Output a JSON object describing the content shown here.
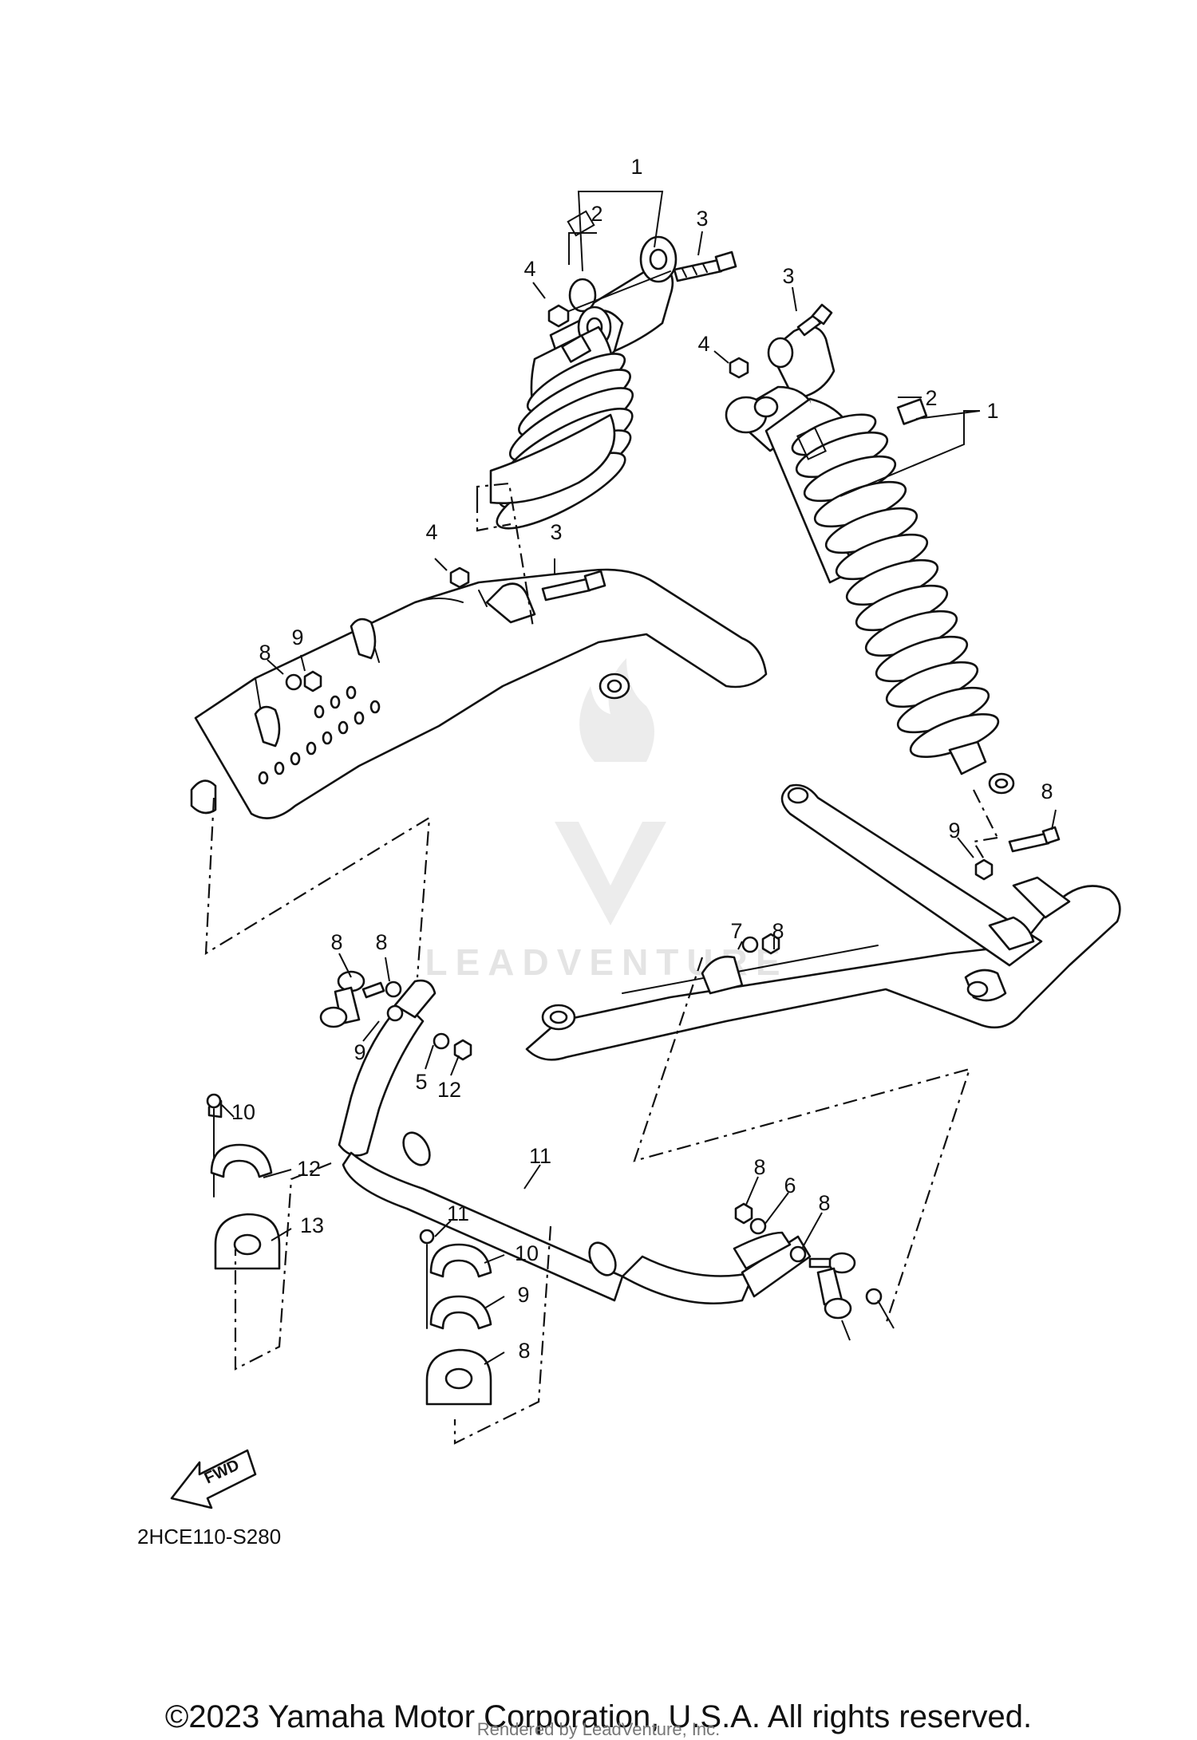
{
  "diagram": {
    "code": "2HCE110-S280",
    "fwd_label": "FWD",
    "watermark_text": "LEADVENTURE",
    "callouts": [
      "1",
      "2",
      "3",
      "4",
      "1",
      "2",
      "3",
      "4",
      "3",
      "4",
      "8",
      "9",
      "8",
      "9",
      "7",
      "8",
      "8",
      "8",
      "9",
      "5",
      "12",
      "11",
      "10",
      "12",
      "13",
      "11",
      "10",
      "9",
      "8",
      "8",
      "6",
      "8"
    ]
  },
  "footer": {
    "copyright": "©2023 Yamaha Motor Corporation, U.S.A. All rights reserved.",
    "rendered_by": "Rendered by LeadVenture, Inc."
  },
  "colors": {
    "line": "#111111",
    "watermark": "#cfcfcf"
  }
}
